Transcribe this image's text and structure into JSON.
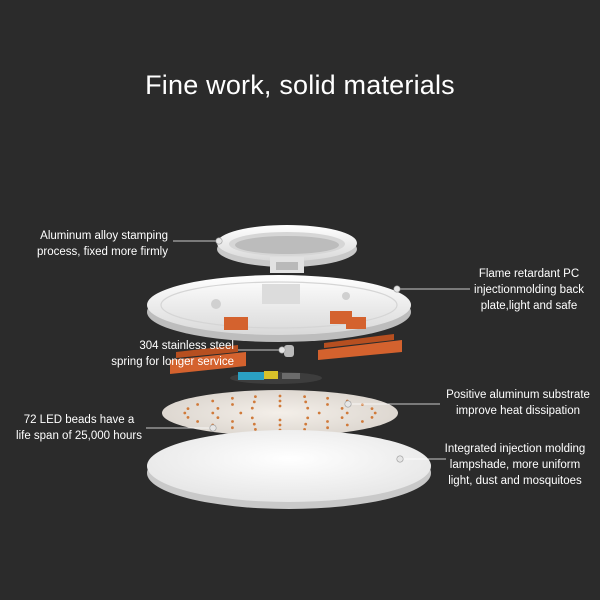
{
  "title": "Fine work, solid materials",
  "callouts": {
    "aluminum_frame": [
      "Aluminum alloy stamping",
      "process, fixed more firmly"
    ],
    "back_plate": [
      "Flame retardant PC",
      "injectionmolding back",
      "plate,light and safe"
    ],
    "spring": [
      "304 stainless steel",
      "spring for longer service"
    ],
    "substrate": [
      "Positive aluminum substrate",
      "improve heat dissipation"
    ],
    "led_beads": [
      "72 LED beads have a",
      "life span of 25,000 hours"
    ],
    "lampshade": [
      "Integrated injection molding",
      "lampshade, more uniform",
      "light, dust and mosquitoes"
    ]
  },
  "colors": {
    "background": "#2b2b2b",
    "text": "#ffffff",
    "orange_parts": "#d4622e"
  }
}
